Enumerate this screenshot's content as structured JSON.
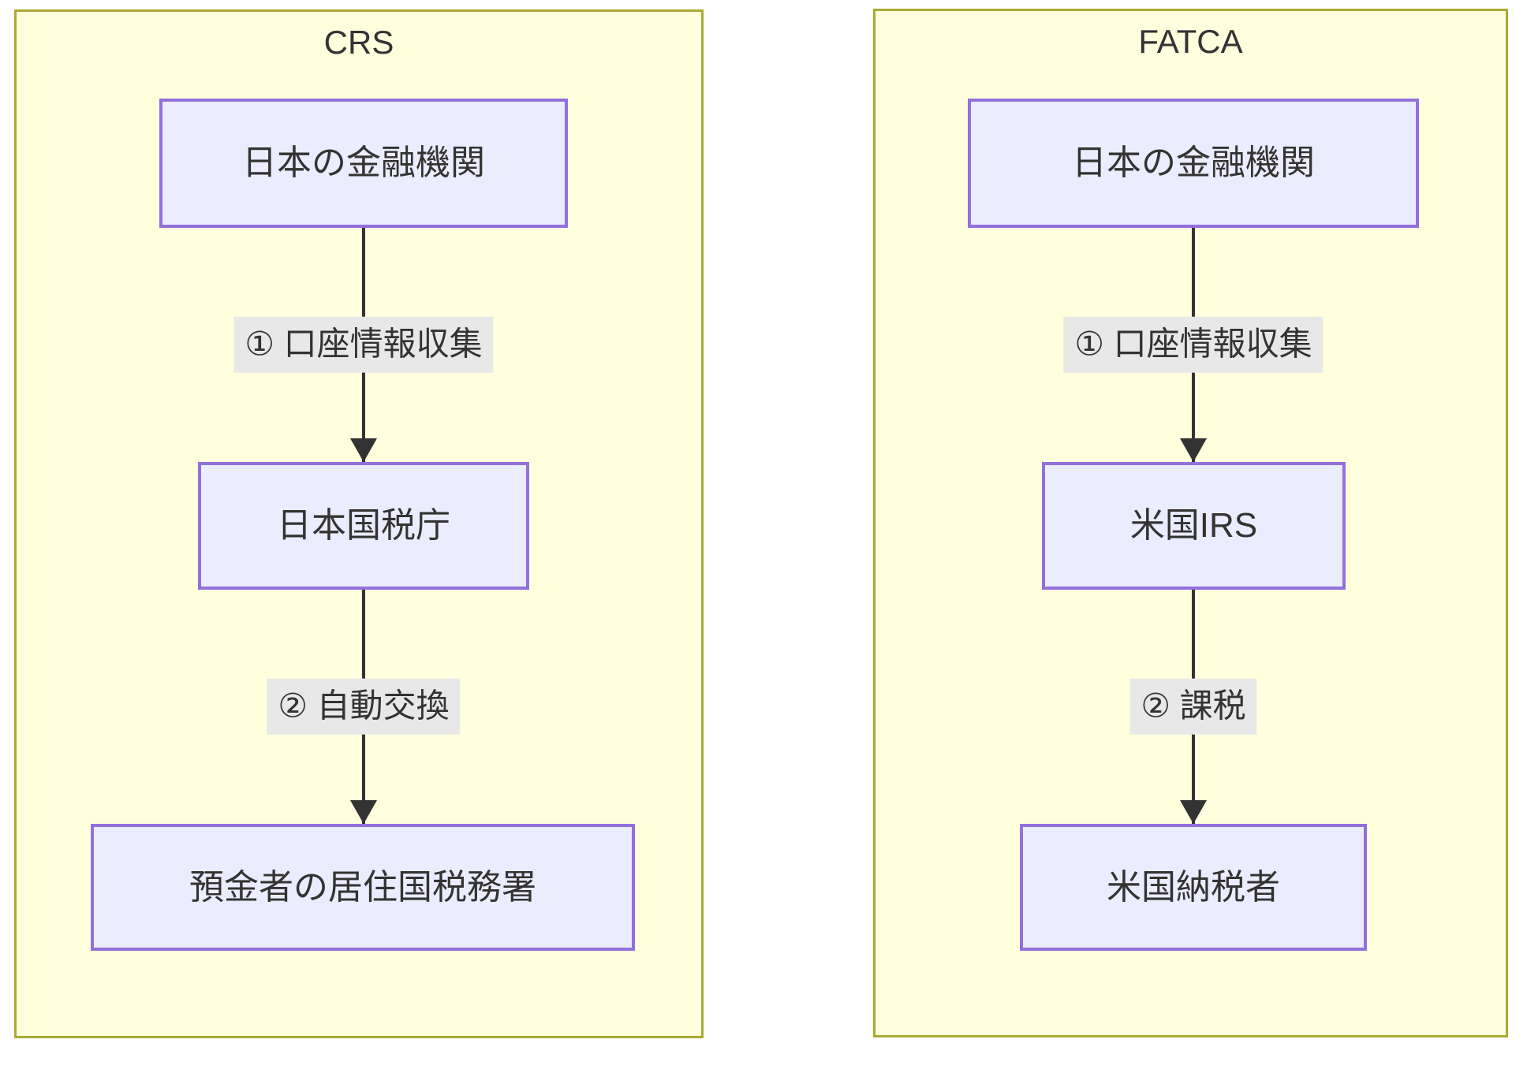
{
  "diagram": {
    "clusters": [
      {
        "id": "crs",
        "title": "CRS",
        "nodes": [
          {
            "label": "日本の金融機関"
          },
          {
            "label": "日本国税庁"
          },
          {
            "label": "預金者の居住国税務署"
          }
        ],
        "edges": [
          {
            "label": "① 口座情報収集"
          },
          {
            "label": "② 自動交換"
          }
        ]
      },
      {
        "id": "fatca",
        "title": "FATCA",
        "nodes": [
          {
            "label": "日本の金融機関"
          },
          {
            "label": "米国IRS"
          },
          {
            "label": "米国納税者"
          }
        ],
        "edges": [
          {
            "label": "① 口座情報収集"
          },
          {
            "label": "② 課税"
          }
        ]
      }
    ],
    "colors": {
      "cluster_fill": "#ffffde",
      "cluster_border": "#aaaa33",
      "node_fill": "#ececff",
      "node_border": "#9370db",
      "edge_color": "#333333",
      "edge_label_bg": "#e8e8e8",
      "text_color": "#333333",
      "page_bg": "#ffffff"
    }
  }
}
